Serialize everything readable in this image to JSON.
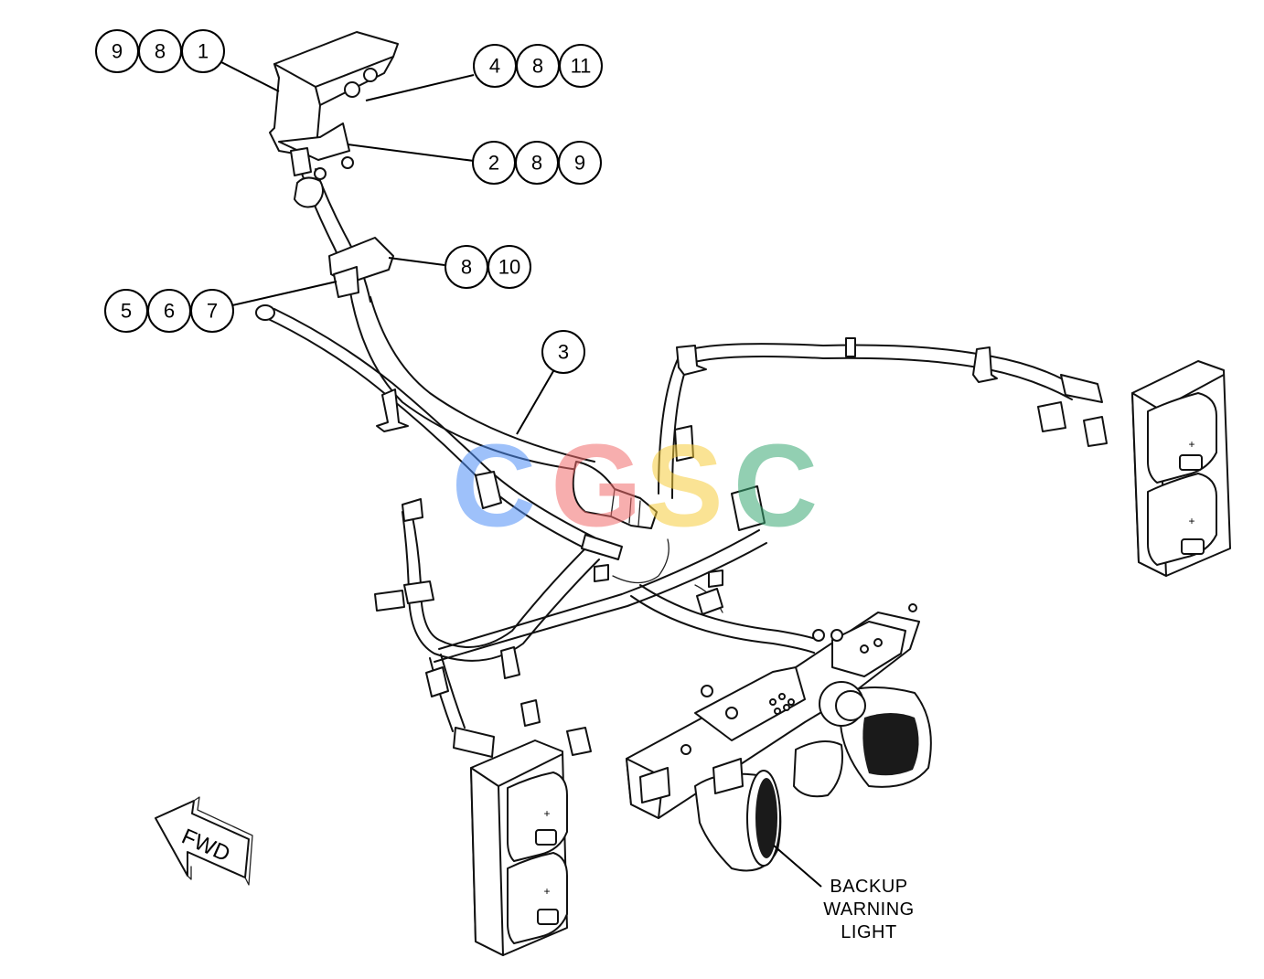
{
  "callouts": [
    {
      "id": "c1",
      "numbers": [
        "9",
        "8",
        "1"
      ]
    },
    {
      "id": "c2",
      "numbers": [
        "4",
        "8",
        "11"
      ]
    },
    {
      "id": "c3",
      "numbers": [
        "2",
        "8",
        "9"
      ]
    },
    {
      "id": "c4",
      "numbers": [
        "8",
        "10"
      ]
    },
    {
      "id": "c5",
      "numbers": [
        "5",
        "6",
        "7"
      ]
    },
    {
      "id": "c6",
      "numbers": [
        "3"
      ]
    }
  ],
  "backup_label": {
    "line1": "BACKUP",
    "line2": "WARNING",
    "line3": "LIGHT"
  },
  "fwd_arrow": {
    "label": "FWD"
  },
  "watermark": {
    "letters": [
      "C",
      "G",
      "S",
      "C"
    ],
    "colors": [
      "#4f8ff7",
      "#f26d6d",
      "#f7cd3d",
      "#3aa874"
    ]
  }
}
